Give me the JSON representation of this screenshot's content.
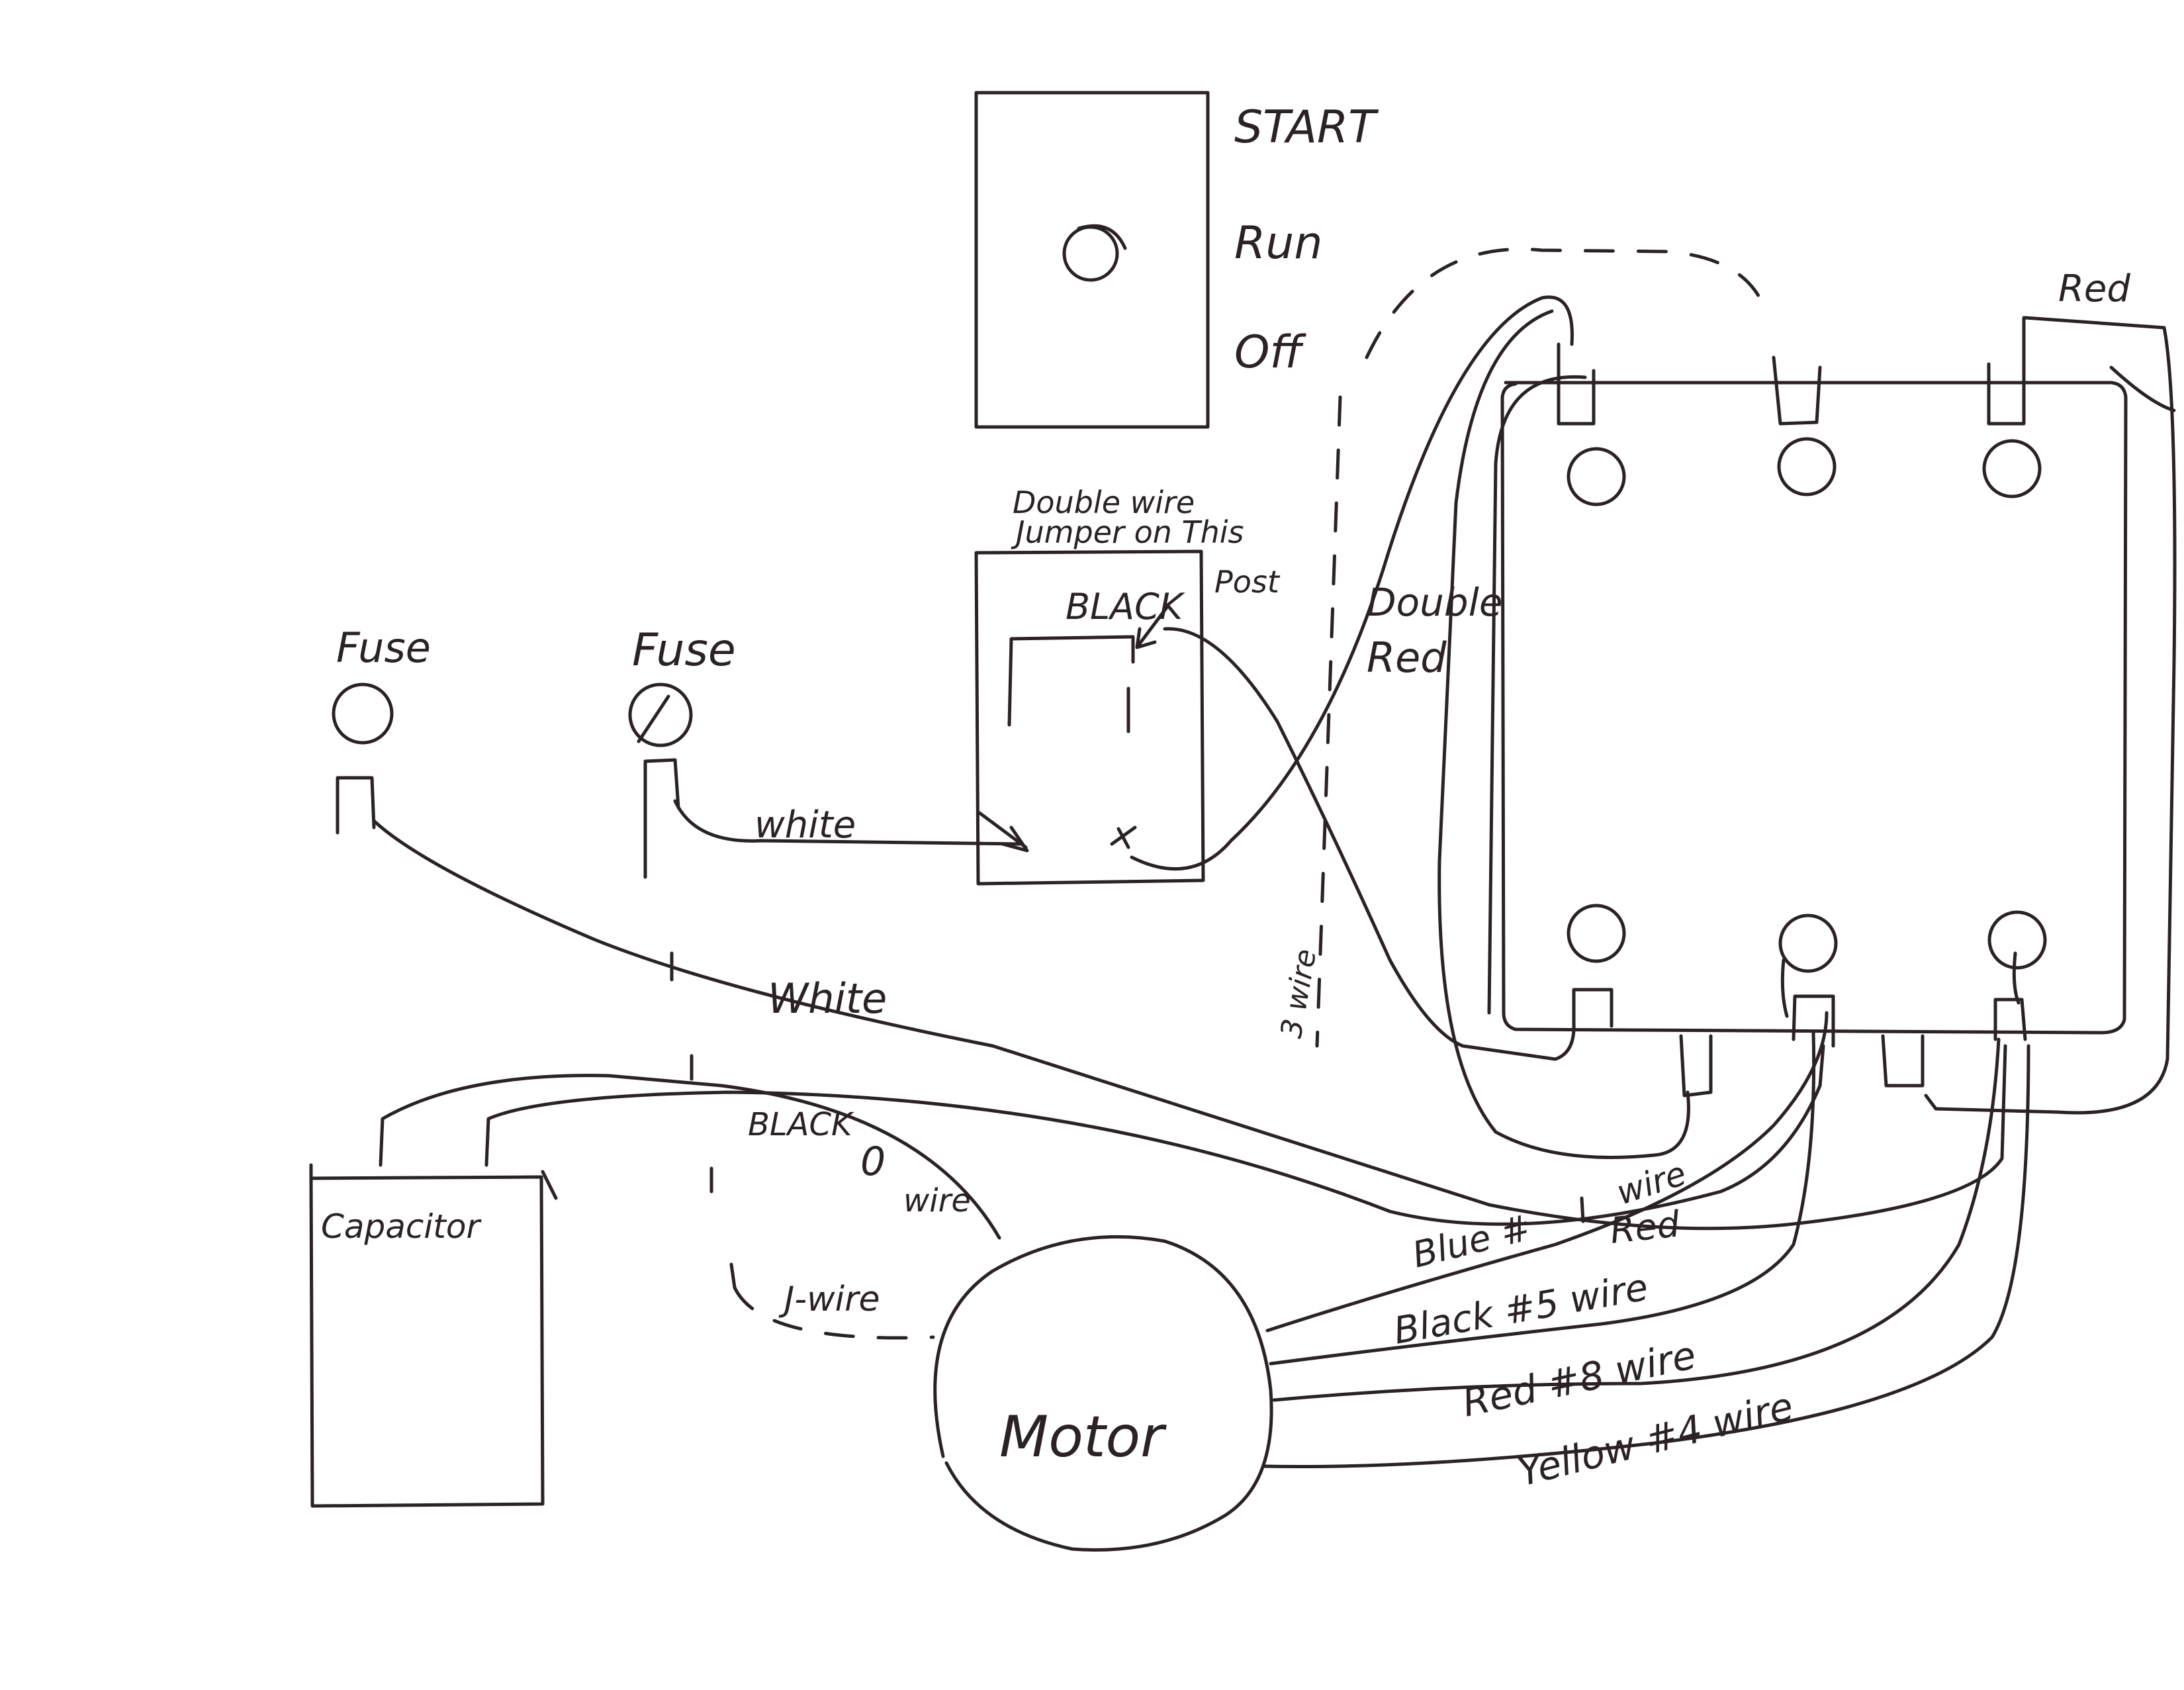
{
  "colors": {
    "ink": "#2b2224",
    "paper": "#ffffff"
  },
  "switch_positions": {
    "start": "START",
    "run": "Run",
    "off": "Off"
  },
  "fuses": {
    "left": "Fuse",
    "right": "Fuse"
  },
  "jumper_note": {
    "line1": "Double wire",
    "line2": "Jumper on This",
    "line3": "Post"
  },
  "labels": {
    "black_top": "BLACK",
    "double": "Double",
    "double_red": "Red",
    "white_upper": "white",
    "white_lower": "White",
    "red_top": "Red",
    "black_zero": "BLACK",
    "zero": "0",
    "wire_zero": "wire",
    "j_wire": "J-wire",
    "wire_three": "3 wire",
    "capacitor": "Capacitor",
    "motor": "Motor",
    "blue_wire": "Blue #",
    "blue_wire_suffix": "wire",
    "red_right": "Red",
    "black_five": "Black #5 wire",
    "red_eight": "Red #8 wire",
    "yellow_four": "Yellow #4 wire"
  }
}
